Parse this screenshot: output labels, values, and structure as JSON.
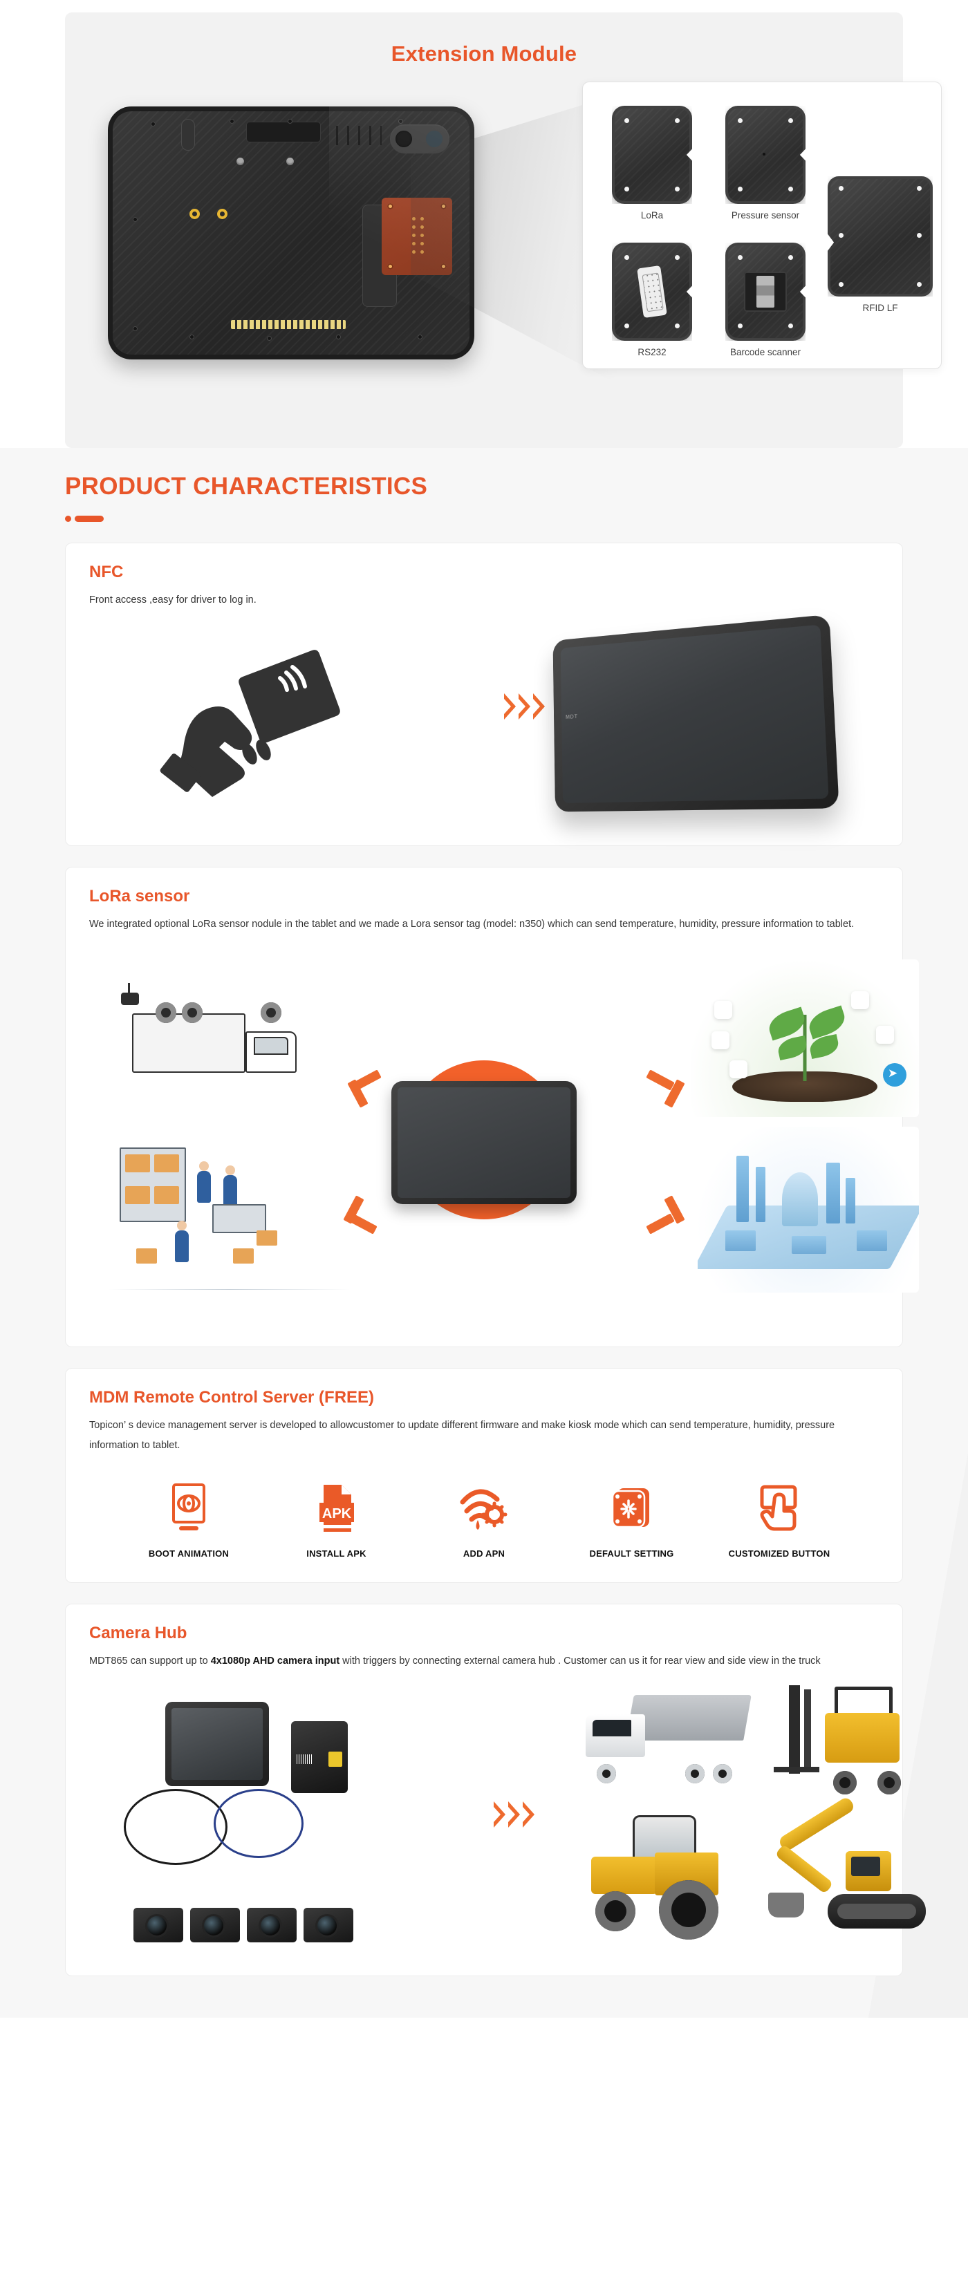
{
  "extension": {
    "title": "Extension Module",
    "device_alt": "rugged-tablet-rear",
    "modules": [
      {
        "label": "LoRa",
        "kind": "plain"
      },
      {
        "label": "Pressure sensor",
        "kind": "plain-dot"
      },
      {
        "label": "RS232",
        "kind": "db9"
      },
      {
        "label": "Barcode scanner",
        "kind": "scanner"
      },
      {
        "label": "RFID LF",
        "kind": "wide"
      }
    ]
  },
  "section": {
    "title": "PRODUCT CHARACTERISTICS",
    "accent_color": "#e8562a"
  },
  "cards": {
    "nfc": {
      "title": "NFC",
      "text": "Front access ,easy for driver to log in."
    },
    "lora": {
      "title": "LoRa sensor",
      "text": "We integrated optional LoRa sensor nodule in the tablet and we made a Lora sensor tag (model: n350) which can send temperature, humidity, pressure information to tablet."
    },
    "mdm": {
      "title": "MDM Remote Control Server (FREE)",
      "text": "Topicon’ s device management server is developed to allowcustomer to update different firmware and make kiosk mode which can send temperature, humidity, pressure information to tablet.",
      "features": [
        {
          "label": "BOOT ANIMATION",
          "icon": "boot-animation-icon"
        },
        {
          "label": "INSTALL APK",
          "icon": "apk-file-icon"
        },
        {
          "label": "ADD APN",
          "icon": "apn-signal-icon"
        },
        {
          "label": "DEFAULT SETTING",
          "icon": "default-setting-icon"
        },
        {
          "label": "CUSTOMIZED BUTTON",
          "icon": "customized-button-icon"
        }
      ]
    },
    "camera": {
      "title": "Camera Hub",
      "text_before": "MDT865 can support up to ",
      "text_bold": "4x1080p AHD camera input",
      "text_after": " with triggers by connecting external camera hub . Customer can us it for rear view and side view in the truck",
      "apk_glyph": "APK"
    }
  }
}
